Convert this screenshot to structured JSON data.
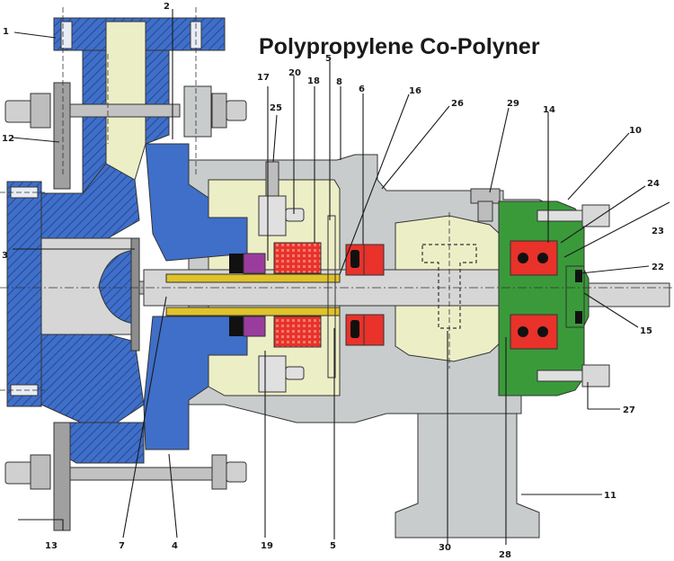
{
  "title": "Polypropylene Co-Polyner",
  "colors": {
    "casing_blue": "#3f6fc8",
    "housing_grey": "#c9cccc",
    "inner_cream": "#eceec6",
    "shaft_grey": "#d6d6d6",
    "sleeve_yellow": "#e0c22a",
    "seal_red": "#e8322a",
    "seal_purple": "#9a3c9e",
    "cover_green": "#3a9a3a",
    "bolt_grey": "#bdbdbd"
  },
  "labels": {
    "n1": "1",
    "n2": "2",
    "n3": "3",
    "n4": "4",
    "n5a": "5",
    "n5b": "5",
    "n6": "6",
    "n7": "7",
    "n8": "8",
    "n10": "10",
    "n11": "11",
    "n12": "12",
    "n13": "13",
    "n14": "14",
    "n15": "15",
    "n16": "16",
    "n17": "17",
    "n18": "18",
    "n19": "19",
    "n20": "20",
    "n22": "22",
    "n23": "23",
    "n24": "24",
    "n25": "25",
    "n26": "26",
    "n27": "27",
    "n28": "28",
    "n29": "29",
    "n30": "30"
  }
}
